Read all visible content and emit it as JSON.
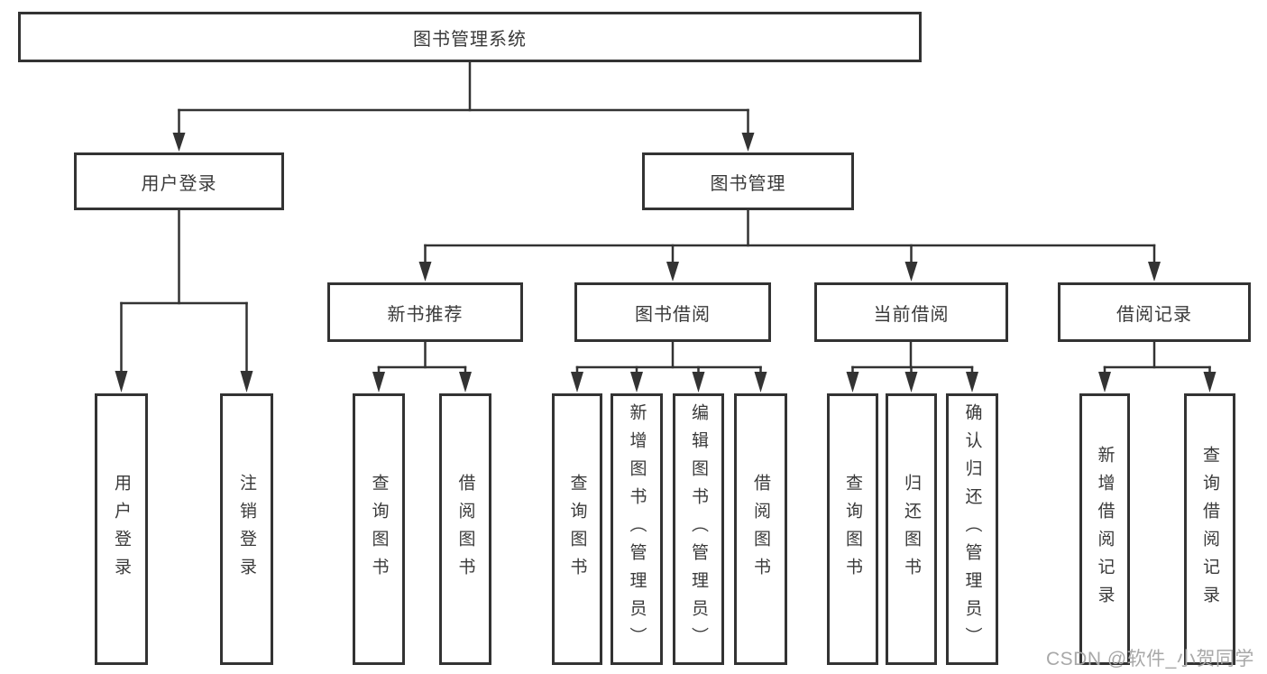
{
  "diagram": {
    "root": {
      "label": "图书管理系统"
    },
    "branches": [
      {
        "label": "用户登录",
        "children": [
          {
            "label": "用户登录"
          },
          {
            "label": "注销登录"
          }
        ]
      },
      {
        "label": "图书管理",
        "children": [
          {
            "label": "新书推荐",
            "children": [
              {
                "label": "查询图书"
              },
              {
                "label": "借阅图书"
              }
            ]
          },
          {
            "label": "图书借阅",
            "children": [
              {
                "label": "查询图书"
              },
              {
                "label": "新增图书（管理员）"
              },
              {
                "label": "编辑图书（管理员）"
              },
              {
                "label": "借阅图书"
              }
            ]
          },
          {
            "label": "当前借阅",
            "children": [
              {
                "label": "查询图书"
              },
              {
                "label": "归还图书"
              },
              {
                "label": "确认归还（管理员）"
              }
            ]
          },
          {
            "label": "借阅记录",
            "children": [
              {
                "label": "新增借阅记录"
              },
              {
                "label": "查询借阅记录"
              }
            ]
          }
        ]
      }
    ],
    "watermark": "CSDN @软件_小贺同学",
    "colors": {
      "line": "#333333",
      "text": "#3a3a3a",
      "background": "#ffffff",
      "watermark": "#a8a8a8"
    }
  }
}
